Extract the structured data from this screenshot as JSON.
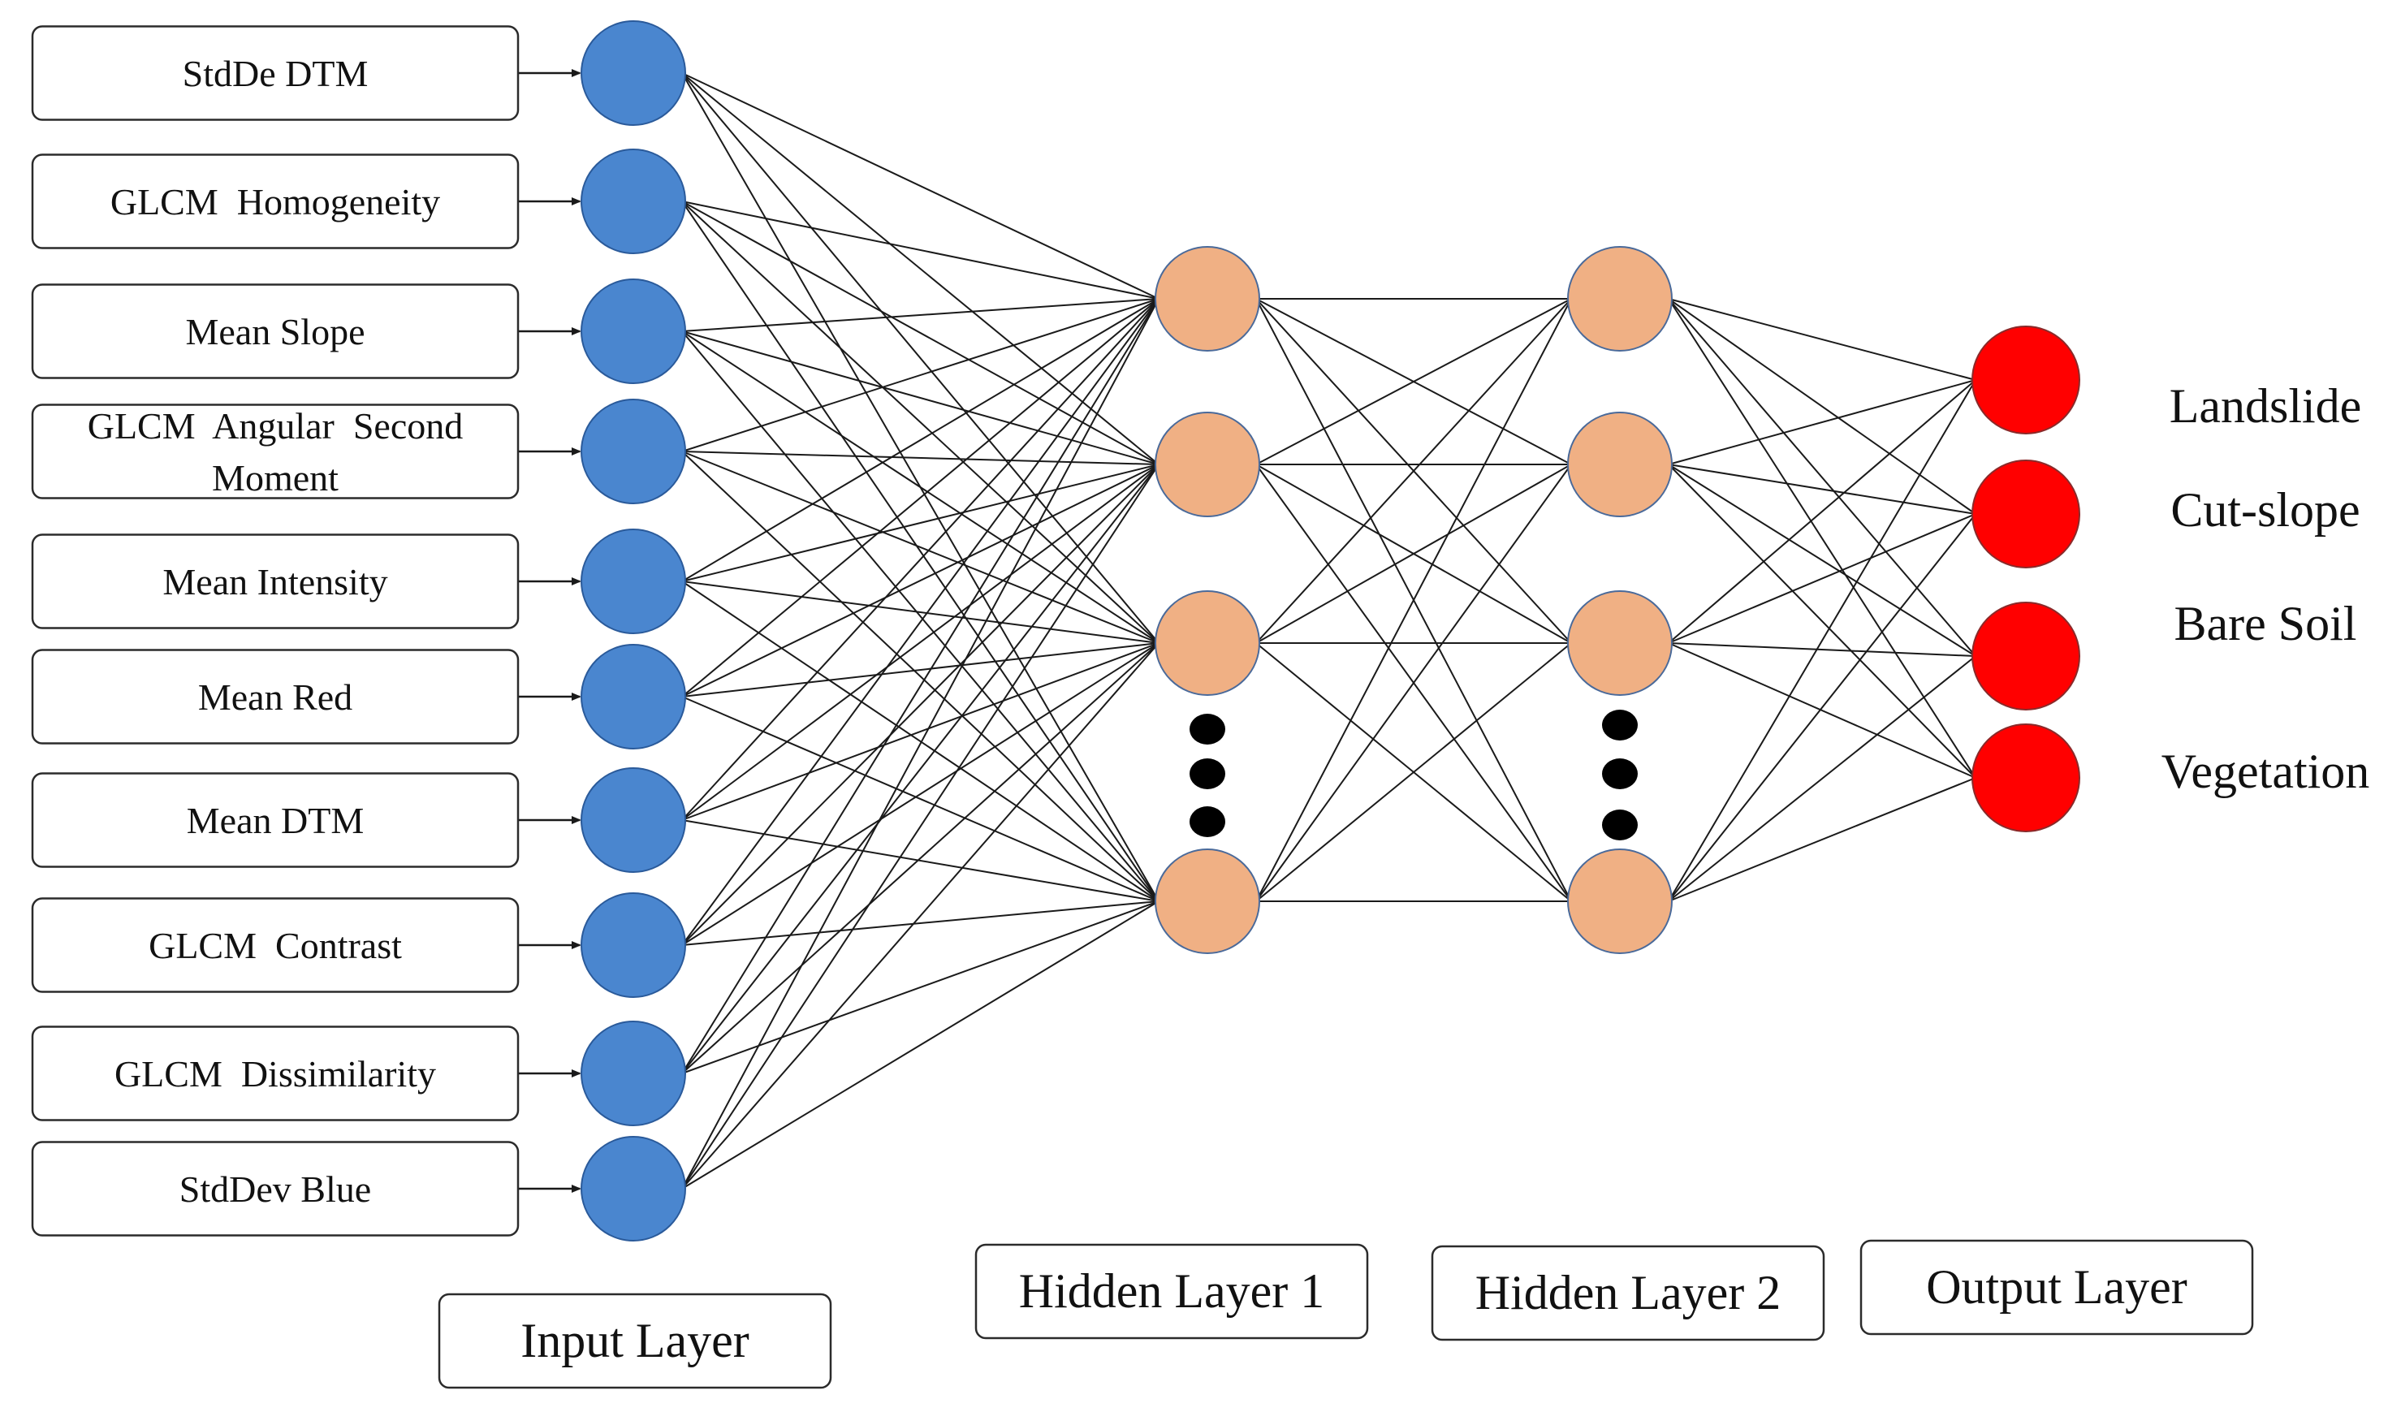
{
  "input_features": [
    [
      "StdDe DTM"
    ],
    [
      "GLCM  Homogeneity"
    ],
    [
      "Mean Slope"
    ],
    [
      "GLCM  Angular  Second",
      "Moment"
    ],
    [
      "Mean Intensity"
    ],
    [
      "Mean Red"
    ],
    [
      "Mean DTM"
    ],
    [
      "GLCM  Contrast"
    ],
    [
      "GLCM  Dissimilarity"
    ],
    [
      "StdDev Blue"
    ]
  ],
  "outputs": [
    "Landslide",
    "Cut-slope",
    "Bare Soil",
    "Vegetation"
  ],
  "layer_labels": {
    "input": "Input Layer",
    "hidden1": "Hidden Layer 1",
    "hidden2": "Hidden Layer 2",
    "output": "Output Layer"
  },
  "colors": {
    "input_node": "#4a86cf",
    "hidden_node": "#f0b084",
    "output_node": "#ff0000",
    "ellipsis_dot": "#000000"
  }
}
